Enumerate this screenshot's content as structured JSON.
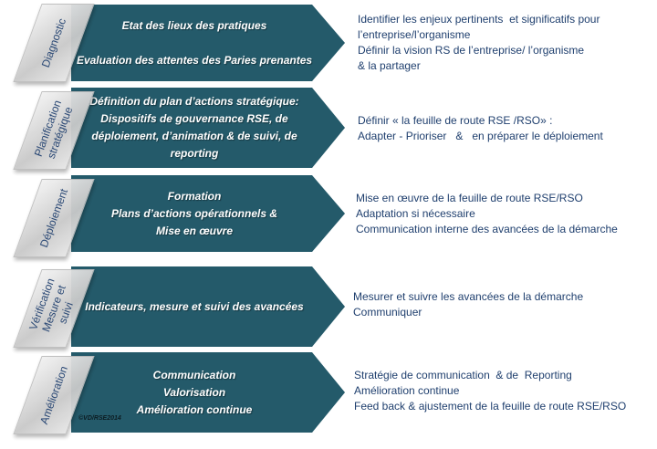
{
  "rows": [
    {
      "phase": [
        "Diagnostic"
      ],
      "arrow": [
        "Etat des lieux des pratiques",
        "",
        "Evaluation des attentes des Paries prenantes"
      ],
      "desc": [
        "Identifier les enjeux pertinents  et significatifs pour",
        "l’entreprise/l’organisme",
        "Définir la vision RS de l’entreprise/ l’organisme",
        "& la partager"
      ]
    },
    {
      "phase": [
        "Planification",
        "stratégique"
      ],
      "arrow": [
        "Définition du plan d’actions stratégique:",
        "Dispositifs de gouvernance RSE, de",
        "déploiement, d’animation & de suivi, de",
        "reporting"
      ],
      "desc": [
        "Définir « la feuille de route RSE /RSO» :",
        "Adapter - Prioriser   &   en préparer le déploiement"
      ]
    },
    {
      "phase": [
        "Déploiement"
      ],
      "arrow": [
        "Formation",
        "Plans d’actions opérationnels &",
        "Mise en œuvre"
      ],
      "desc": [
        "Mise en œuvre de la feuille de route RSE/RSO",
        "Adaptation si nécessaire",
        "Communication interne des avancées de la démarche"
      ]
    },
    {
      "phase": [
        "Vérification",
        "Mesure  et",
        "suivi"
      ],
      "arrow": [
        "Indicateurs, mesure et suivi des avancées"
      ],
      "desc": [
        "Mesurer et suivre les avancées de la démarche",
        "Communiquer"
      ]
    },
    {
      "phase": [
        "Amélioration"
      ],
      "arrow": [
        "Communication",
        "Valorisation",
        "Amélioration continue"
      ],
      "desc": [
        "Stratégie de communication  & de  Reporting",
        "Amélioration continue",
        "Feed back & ajustement de la feuille de route RSE/RSO"
      ]
    }
  ],
  "copyright": "©VD/RSE2014",
  "colors": {
    "arrow": "#245a6a",
    "text": "#1f3f6e"
  }
}
